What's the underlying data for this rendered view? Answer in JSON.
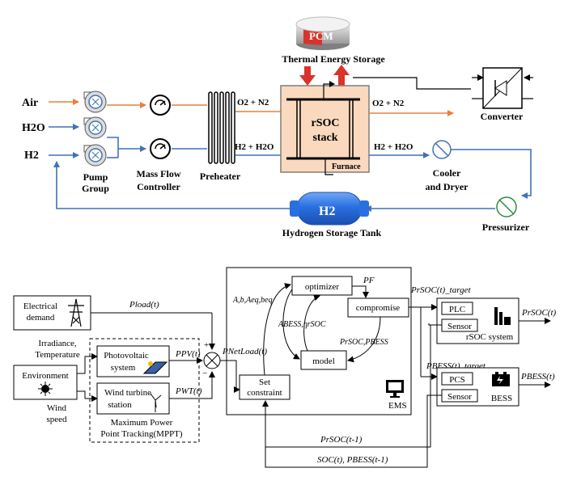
{
  "upper": {
    "pcm_label": "PCM",
    "thermal_storage": "Thermal Energy Storage",
    "air": "Air",
    "h2o": "H2O",
    "h2": "H2",
    "pump_group_1": "Pump",
    "pump_group_2": "Group",
    "mfc_1": "Mass Flow",
    "mfc_2": "Controller",
    "preheater": "Preheater",
    "o2n2_in": "O2 + N2",
    "h2h2o_in": "H2 + H2O",
    "rsoc_1": "rSOC",
    "rsoc_2": "stack",
    "furnace": "Furnace",
    "o2n2_out": "O2 + N2",
    "h2h2o_out": "H2 + H2O",
    "converter": "Converter",
    "cooler_1": "Cooler",
    "cooler_2": "and Dryer",
    "pressurizer": "Pressurizer",
    "tank_label": "H2",
    "tank_caption": "Hydrogen Storage Tank"
  },
  "lower": {
    "elec_demand_1": "Electrical",
    "elec_demand_2": "demand",
    "p_load": "Pload(t)",
    "irradiance_1": "Irradiance,",
    "irradiance_2": "Temperature",
    "environment": "Environment",
    "wind_1": "Wind",
    "wind_2": "speed",
    "pv_1": "Photovoltaic",
    "pv_2": "system",
    "p_pv": "PPV(t)",
    "wt_1": "Wind turbine",
    "wt_2": "station",
    "p_wt": "PWT(t)",
    "mppt_1": "Maximum Power",
    "mppt_2": "Point Tracking(MPPT)",
    "plus": "+",
    "minus": "−",
    "p_netload": "PNetLoad(t)",
    "optimizer": "optimizer",
    "pf": "PF",
    "compromise": "compromise",
    "model": "model",
    "set_constraint_1": "Set",
    "set_constraint_2": "constraint",
    "ems": "EMS",
    "abeq": "A,b,Aeq,beq",
    "abess": "ABESS,ηrSOC",
    "prsoc_pbess": "PrSOC,PBESS",
    "prsoc_target": "PrSOC(t)_target",
    "pbess_target": "PBESS(t)_target",
    "plc": "PLC",
    "sensor_1": "Sensor",
    "rsoc_system": "rSOC system",
    "p_rsoc_out": "PrSOC(t)",
    "pcs": "PCS",
    "sensor_2": "Sensor",
    "bess": "BESS",
    "p_bess_out": "PBESS(t)",
    "feedback_1": "PrSOC(t-1)",
    "feedback_2": "SOC(t), PBESS(t-1)"
  },
  "colors": {
    "air_line": "#E8813A",
    "h2_line": "#3F73B5",
    "furnace_fill": "#FAD9BE",
    "pcm_red": "#D9342B",
    "tank_blue": "#2A6FE0"
  }
}
